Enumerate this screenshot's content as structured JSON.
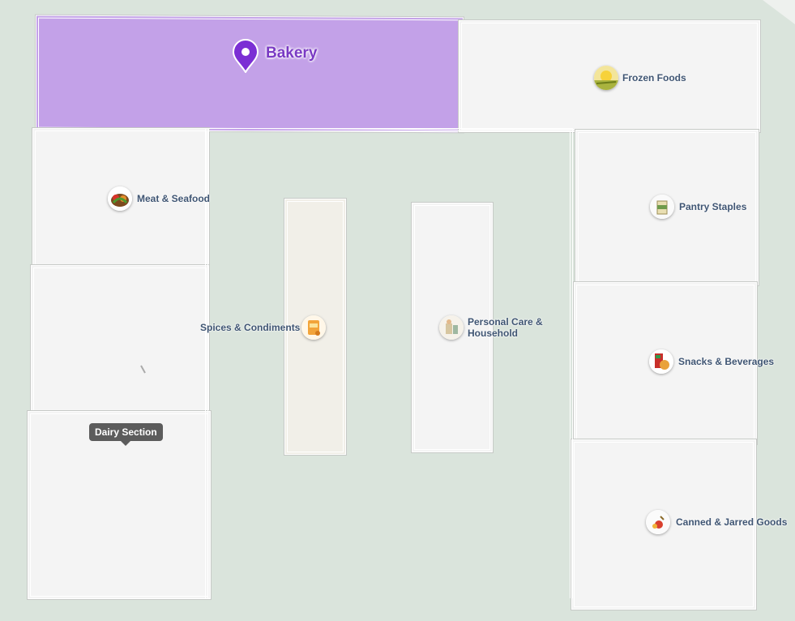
{
  "map": {
    "selected_section": {
      "name": "Bakery",
      "highlight_color": "#c3a1e8",
      "pin_color": "#7b2fd4"
    },
    "tooltip": {
      "text": "Dairy Section"
    },
    "sections": [
      {
        "id": "bakery",
        "label": "Bakery",
        "selected": true
      },
      {
        "id": "frozen-foods",
        "label": "Frozen Foods",
        "icon": "frozen-foods-icon"
      },
      {
        "id": "meat-seafood",
        "label": "Meat & Seafood",
        "icon": "meat-seafood-icon"
      },
      {
        "id": "pantry-staples",
        "label": "Pantry Staples",
        "icon": "pantry-staples-icon"
      },
      {
        "id": "spices-condiments",
        "label": "Spices & Condiments",
        "icon": "spices-condiments-icon"
      },
      {
        "id": "personal-care",
        "label_line1": "Personal Care &",
        "label_line2": "Household",
        "icon": "personal-care-icon"
      },
      {
        "id": "snacks-beverages",
        "label": "Snacks & Beverages",
        "icon": "snacks-beverages-icon"
      },
      {
        "id": "canned-jarred",
        "label": "Canned & Jarred Goods",
        "icon": "canned-jarred-icon"
      },
      {
        "id": "dairy",
        "label": "Dairy Section"
      }
    ],
    "colors": {
      "background": "#dae4dc",
      "zone_fill": "#f4f4f4",
      "aisle_fill": "#f1efe8",
      "label_text": "#3f5573"
    }
  }
}
